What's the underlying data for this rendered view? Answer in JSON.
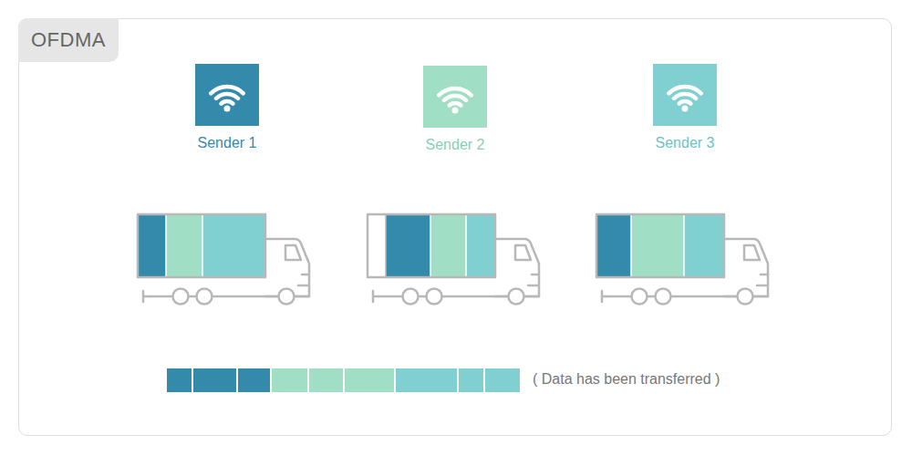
{
  "diagram": {
    "title": "OFDMA",
    "nodes": [
      {
        "text": [
          "Sender 1"
        ]
      },
      {
        "text": [
          "Sender 2"
        ]
      },
      {
        "text": [
          "Sender 3"
        ]
      }
    ],
    "labels": [
      "( Data has been transferred )"
    ]
  }
}
